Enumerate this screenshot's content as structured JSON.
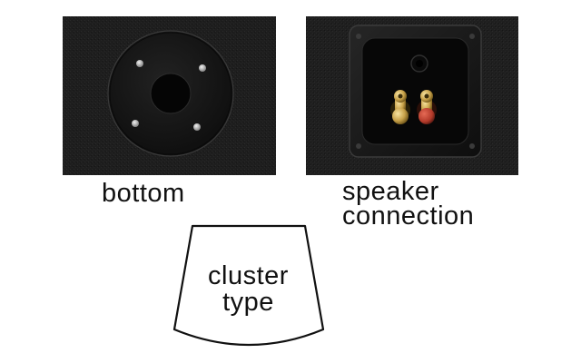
{
  "captions": {
    "bottom": "bottom",
    "speaker_connection_line1": "speaker",
    "speaker_connection_line2": "connection",
    "cluster_line1": "cluster",
    "cluster_line2": "type"
  },
  "photos": {
    "bottom": {
      "depicts": "round black metal plate with center hole and four screws on black carpet"
    },
    "speaker_connection": {
      "depicts": "square black terminal plate with gold and red binding posts on black carpet"
    }
  },
  "colors": {
    "carpet": "#1d1d1d",
    "plate": "#141414",
    "terminal_gold": "#c8a24a",
    "terminal_red": "#b33a2a",
    "text": "#111111",
    "outline": "#111111"
  }
}
